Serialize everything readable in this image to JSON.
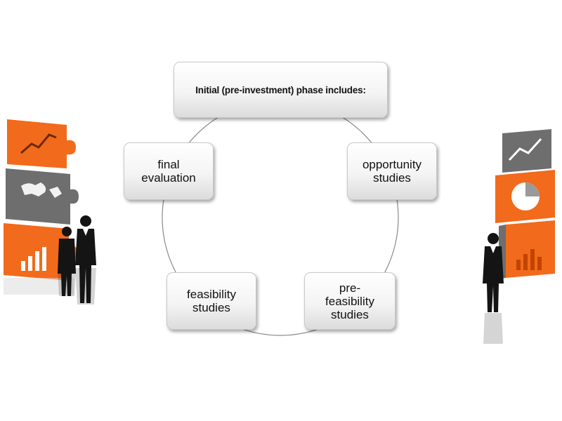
{
  "diagram": {
    "title": "Initial (pre-investment) phase includes:",
    "steps": [
      "opportunity\nstudies",
      "pre-\nfeasibility\nstudies",
      "feasibility\nstudies",
      "final\nevaluation"
    ]
  },
  "colors": {
    "puzzle_orange": "#f26a1b",
    "puzzle_gray": "#6e6e6e",
    "node_border": "#c9c9c9",
    "ring": "#8a8a8a"
  },
  "icons": [
    "puzzle-stack-illustration",
    "business-people-silhouette",
    "world-map-icon",
    "pie-chart-icon",
    "bar-chart-icon",
    "line-chart-icon"
  ]
}
